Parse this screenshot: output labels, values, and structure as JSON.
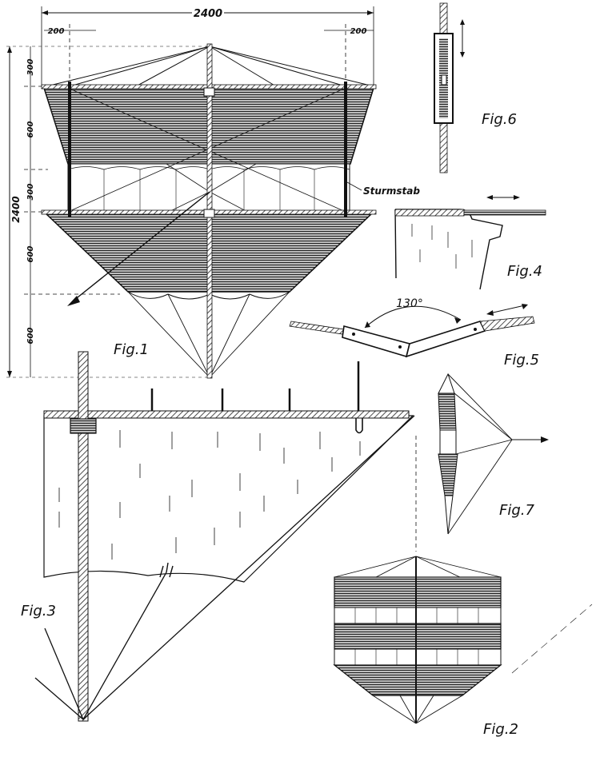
{
  "figures": {
    "fig1": "Fig.1",
    "fig2": "Fig.2",
    "fig3": "Fig.3",
    "fig4": "Fig.4",
    "fig5": "Fig.5",
    "fig6": "Fig.6",
    "fig7": "Fig.7"
  },
  "dimensions": {
    "total_width": "2400",
    "left_offset": "200",
    "right_offset": "200",
    "total_height": "2400",
    "seg_300_top": "300",
    "seg_600_a": "600",
    "seg_300_mid": "300",
    "seg_600_b": "600",
    "seg_600_c": "600"
  },
  "annotations": {
    "storm_rod": "Sturmstab",
    "angle": "130°"
  }
}
